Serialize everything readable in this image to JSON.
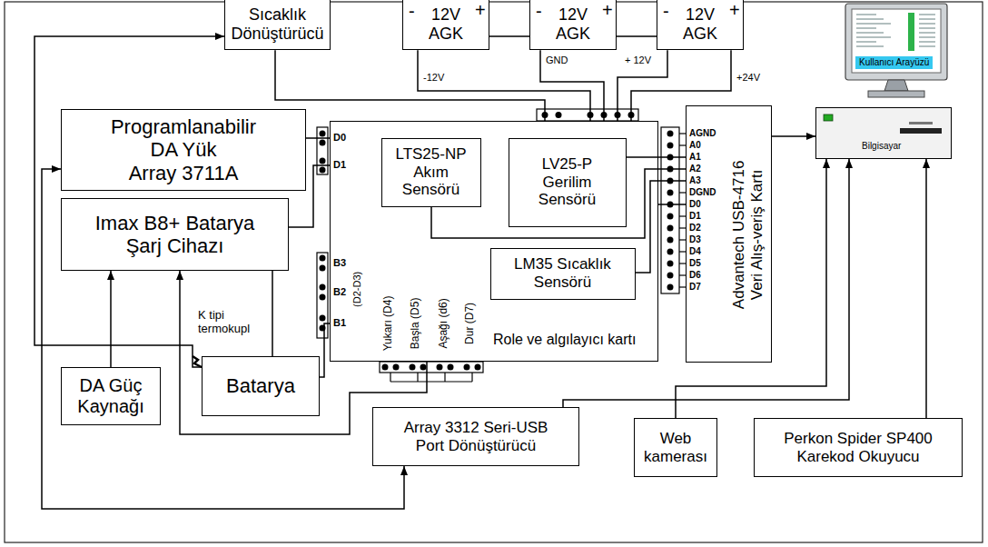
{
  "diagram": {
    "nodes": [
      {
        "text": [
          "Sıcaklık Dönüştürücü"
        ]
      },
      {
        "text": [
          "-",
          "12V AGK",
          "+"
        ]
      },
      {
        "text": [
          "-",
          "12V AGK",
          "+"
        ]
      },
      {
        "text": [
          "-",
          "12V AGK",
          "+"
        ]
      },
      {
        "text": [
          "Kullanıcı Arayüzü"
        ]
      },
      {
        "text": [
          "Programlanabilir DA Yük Array 3711A"
        ]
      },
      {
        "text": [
          "Role ve algılayıcı kartı"
        ]
      },
      {
        "text": [
          "LTS25-NP Akım Sensörü"
        ],
        "in": 6
      },
      {
        "text": [
          "LV25-P Gerilim Sensörü"
        ],
        "in": 6
      },
      {
        "text": [
          "Advantech USB-4716 Veri Alış-veriş Kartı"
        ]
      },
      {
        "text": [
          "Bilgisayar"
        ]
      },
      {
        "text": [
          "Imax B8+ Batarya Şarj Cihazı"
        ]
      },
      {
        "text": [
          "LM35 Sıcaklık Sensörü"
        ],
        "in": 6
      },
      {
        "text": [
          "DA Güç Kaynağı"
        ]
      },
      {
        "text": [
          "Batarya"
        ]
      },
      {
        "text": [
          "Array 3312 Seri-USB Port Dönüştürücü"
        ]
      },
      {
        "text": [
          "Web kamerası"
        ]
      },
      {
        "text": [
          "Perkon Spider SP400 Karekod Okuyucu"
        ]
      }
    ],
    "edges": [
      {
        "from": 0,
        "to": 6,
        "arrow": "none"
      },
      {
        "from": 1,
        "to": 6,
        "arrow": "none"
      },
      {
        "from": 1,
        "to": 2,
        "arrow": "none"
      },
      {
        "from": 2,
        "to": 3,
        "arrow": "none"
      },
      {
        "from": 2,
        "to": 6,
        "arrow": "none"
      },
      {
        "from": 3,
        "to": 6,
        "arrow": "none"
      },
      {
        "from": 3,
        "to": 6,
        "arrow": "none"
      },
      {
        "from": 7,
        "to": 9,
        "arrow": "none"
      },
      {
        "from": 8,
        "to": 9,
        "arrow": "none"
      },
      {
        "from": 12,
        "to": 9,
        "arrow": "none"
      },
      {
        "from": 6,
        "to": 9,
        "arrow": "none"
      },
      {
        "from": 9,
        "to": 10,
        "arrow": "to"
      },
      {
        "from": 5,
        "to": 6,
        "arrow": "none"
      },
      {
        "from": 11,
        "to": 6,
        "arrow": "none"
      },
      {
        "from": 14,
        "to": 6,
        "arrow": "none"
      },
      {
        "from": 14,
        "to": 0,
        "arrow": "to"
      },
      {
        "from": 15,
        "to": 5,
        "arrow": "both"
      },
      {
        "from": 13,
        "to": 11,
        "arrow": "to"
      },
      {
        "from": 6,
        "to": 11,
        "arrow": "to"
      },
      {
        "from": 14,
        "to": 11,
        "arrow": "none"
      },
      {
        "from": 15,
        "to": 10,
        "arrow": "to"
      },
      {
        "from": 16,
        "to": 10,
        "arrow": "to"
      },
      {
        "from": 17,
        "to": 10,
        "arrow": "to"
      }
    ],
    "labels": [
      "-12V",
      "GND",
      "+ 12V",
      "+24V",
      "D0",
      "D1",
      "B3",
      "B2",
      "B1",
      "(D2-D3)",
      "Yukarı (D4)",
      "Başla (D5)",
      "Aşağı (d6)",
      "Dur (D7)",
      "K tipi termokupl",
      "AGND",
      "A0",
      "A1",
      "A2",
      "A3",
      "DGND",
      "D0",
      "D1",
      "D2",
      "D3",
      "D4",
      "D5",
      "D6",
      "D7"
    ]
  }
}
